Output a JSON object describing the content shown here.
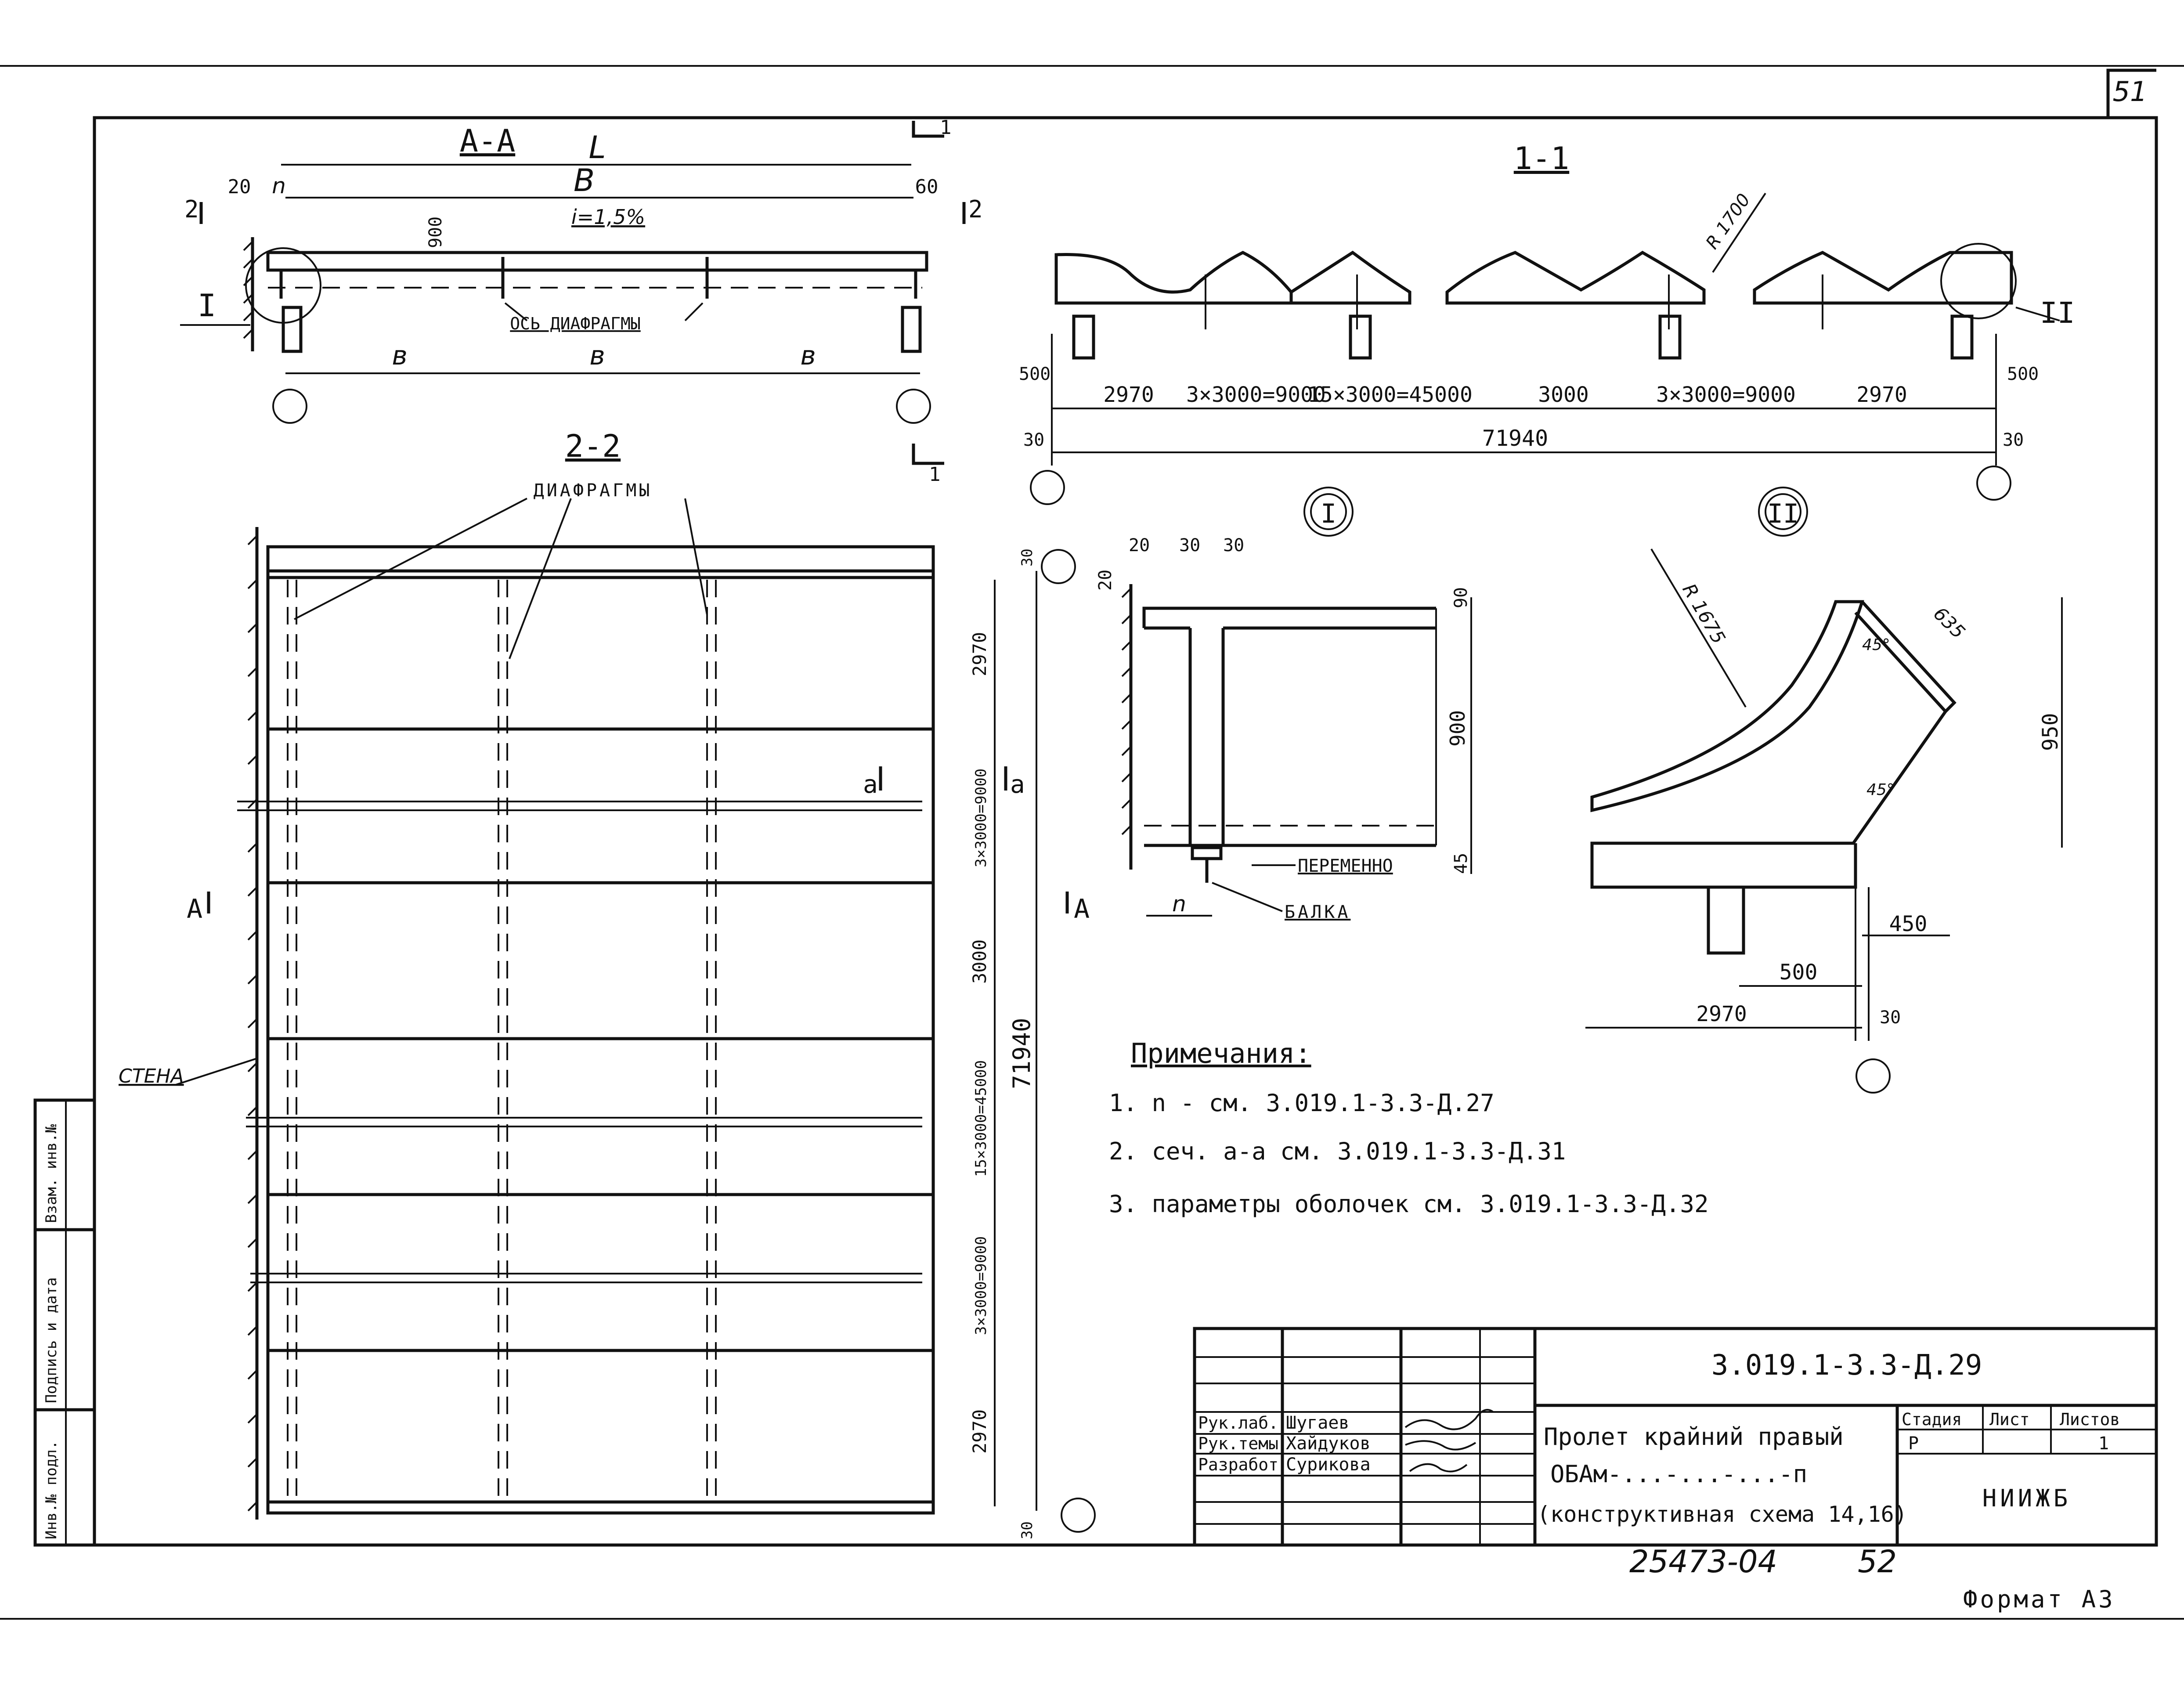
{
  "sheet": {
    "page_number": "51",
    "format": "Формат А3",
    "archive_number": "25473-04",
    "archive_sheet": "52"
  },
  "side_stamp": {
    "inv_podl": "Инв.№ подл.",
    "signature_date": "Подпись и дата",
    "vzam_inv": "Взам. инв.№"
  },
  "section_aa": {
    "title": "А-А",
    "dim_L": "L",
    "dim_B": "B",
    "dim_20": "20",
    "dim_n": "n",
    "dim_60": "60",
    "slope": "i=1,5%",
    "dim_900": "900",
    "marker_2": "2",
    "marker_I": "I",
    "axis_label": "ОСЬ ДИАФРАГМЫ",
    "dim_b": "в",
    "marker_1": "1"
  },
  "section_11": {
    "title": "1-1",
    "radius": "R 1700",
    "marker_II": "II",
    "dims": [
      "2970",
      "3×3000=9000",
      "15×3000=45000",
      "3000",
      "3×3000=9000",
      "2970"
    ],
    "dim_500": "500",
    "dim_30": "30",
    "total": "71940"
  },
  "section_22": {
    "title": "2-2",
    "diaphragms": "ДИАФРАГМЫ",
    "wall": "СТЕНА",
    "marker_A": "А",
    "marker_a": "а",
    "dims_vertical": [
      "2970",
      "3×3000=9000",
      "3000",
      "15×3000=45000",
      "3×3000=9000",
      "2970"
    ],
    "dim_30": "30",
    "total": "71940"
  },
  "detail_I": {
    "title": "I",
    "dim_20": "20",
    "dim_30": "30",
    "dim_90": "90",
    "dim_900": "900",
    "dim_45": "45",
    "dim_n": "n",
    "variable": "ПЕРЕМЕННО",
    "beam": "БАЛКА"
  },
  "detail_II": {
    "title": "II",
    "radius": "R 1675",
    "dim_635": "635",
    "dim_950": "950",
    "angle_45": "45°",
    "dim_450": "450",
    "dim_500": "500",
    "dim_2970": "2970",
    "dim_30": "30"
  },
  "notes": {
    "title": "Примечания:",
    "items": [
      "1. n - см. 3.019.1-3.3-Д.27",
      "2. сеч. а-а см. 3.019.1-3.3-Д.31",
      "3. параметры оболочек см. 3.019.1-3.3-Д.32"
    ]
  },
  "title_block": {
    "doc_code": "3.019.1-3.3-Д.29",
    "rows": [
      {
        "role": "Рук.лаб.",
        "name": "Шугаев"
      },
      {
        "role": "Рук.темы",
        "name": "Хайдуков"
      },
      {
        "role": "Разработ",
        "name": "Сурикова"
      }
    ],
    "title_line1": "Пролет крайний правый",
    "title_line2": "ОБАм-...-...-...-п",
    "title_line3": "(конструктивная схема 14,16)",
    "stage_header": "Стадия",
    "sheet_header": "Лист",
    "sheets_header": "Листов",
    "stage": "Р",
    "sheets": "1",
    "organization": "НИИЖБ"
  }
}
